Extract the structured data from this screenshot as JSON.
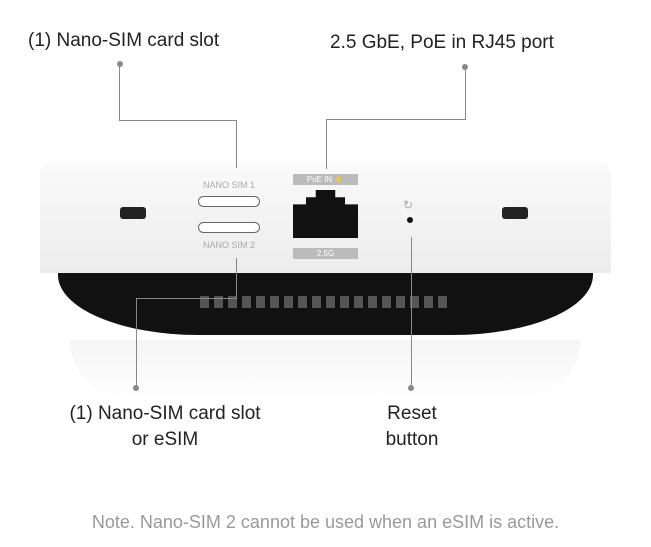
{
  "labels": {
    "sim_slot_top": "(1) Nano-SIM card slot",
    "rj45": "2.5 GbE, PoE in RJ45 port",
    "sim_slot_bottom_1": "(1) Nano-SIM card slot",
    "sim_slot_bottom_2": "or eSIM",
    "reset_1": "Reset",
    "reset_2": "button"
  },
  "device": {
    "sim1": "NANO SIM 1",
    "sim2": "NANO SIM 2",
    "poe_tag": "PoE IN ⚡",
    "speed_tag": "2.5G",
    "reset_icon": "↻"
  },
  "note": "Note. Nano-SIM 2 cannot be used when an eSIM is active."
}
